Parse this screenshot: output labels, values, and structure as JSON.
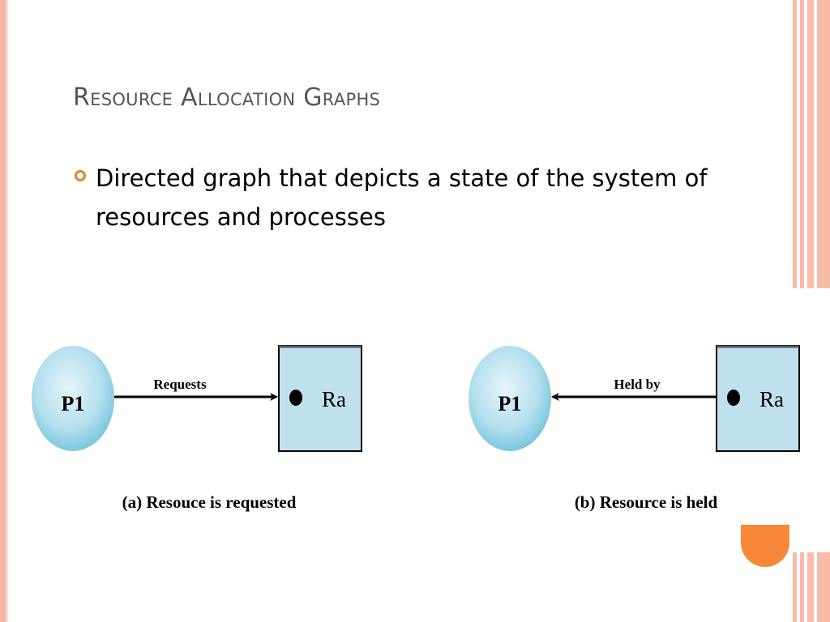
{
  "slide": {
    "title": "Resource Allocation Graphs",
    "bullet": "Directed graph that depicts a state of the system of resources and processes",
    "accent_color": "#f07c2e"
  },
  "diagram": {
    "panel_a": {
      "process_label": "P1",
      "edge_label": "Requests",
      "resource_label": "Ra",
      "caption": "(a) Resouce is requested",
      "edge_direction": "process-to-resource"
    },
    "panel_b": {
      "process_label": "P1",
      "edge_label": "Held by",
      "resource_label": "Ra",
      "caption": "(b) Resource is held",
      "edge_direction": "resource-to-process"
    },
    "colors": {
      "process_fill": "#9fd6e6",
      "resource_fill": "#bfe1ee",
      "stroke": "#000000"
    }
  }
}
